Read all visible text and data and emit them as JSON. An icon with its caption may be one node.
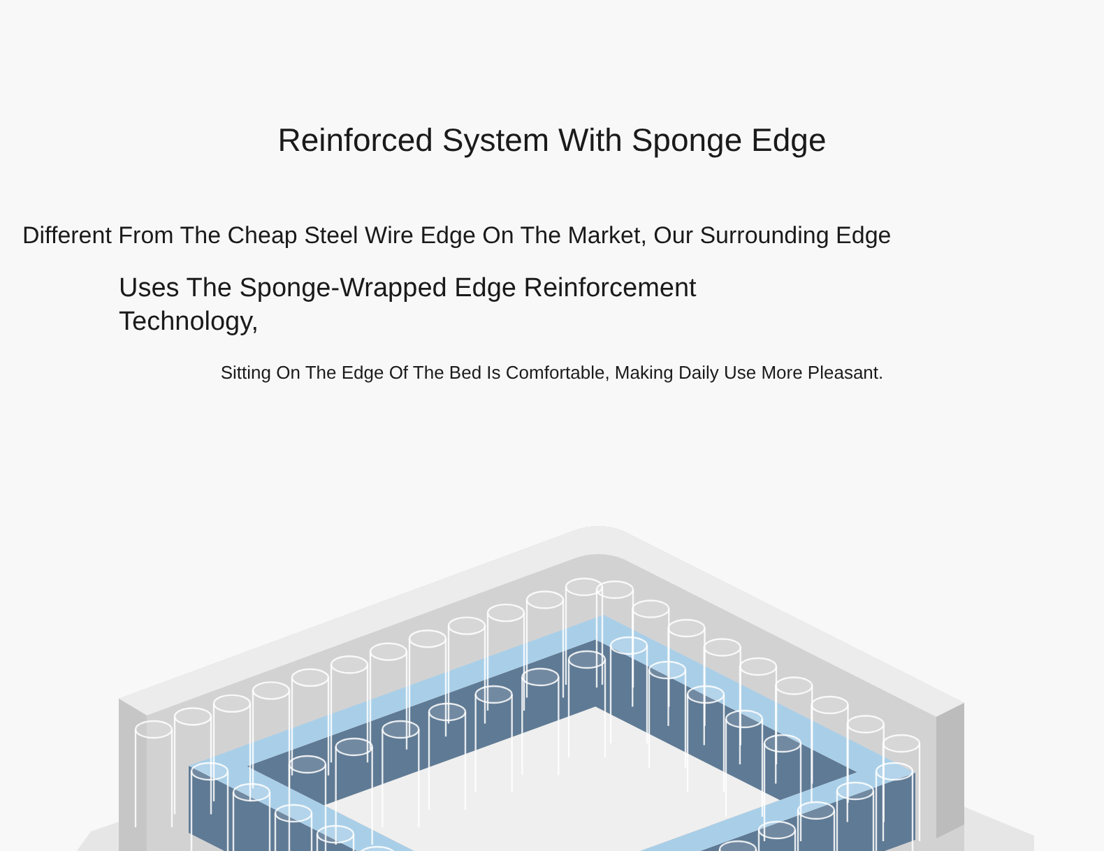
{
  "diagram": {
    "title": "Reinforced System With Sponge Edge",
    "labels": [
      "Different From The Cheap Steel Wire Edge On The Market, Our Surrounding Edge",
      "Uses The Sponge-Wrapped Edge Reinforcement Technology,",
      "Sitting On The Edge Of The Bed Is Comfortable, Making Daily Use More Pleasant."
    ]
  }
}
